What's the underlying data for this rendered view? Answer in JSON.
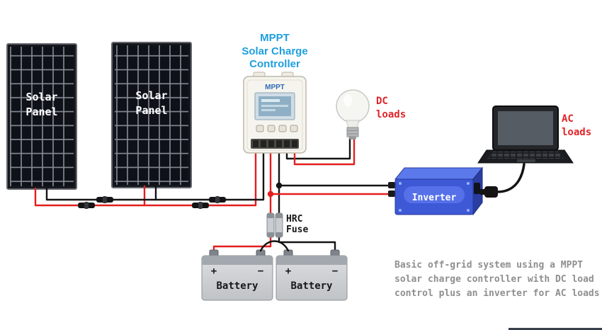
{
  "heading": {
    "line1": "MPPT",
    "line2": "Solar Charge",
    "line3": "Controller"
  },
  "panel1": {
    "line1": "Solar",
    "line2": "Panel"
  },
  "panel2": {
    "line1": "Solar",
    "line2": "Panel"
  },
  "controller": {
    "brand": "MPPT"
  },
  "dc_loads": {
    "line1": "DC",
    "line2": "loads"
  },
  "ac_loads": {
    "line1": "AC",
    "line2": "loads"
  },
  "inverter": {
    "label": "Inverter"
  },
  "fuse": {
    "line1": "HRC",
    "line2": "Fuse"
  },
  "battery1": {
    "label": "Battery",
    "positive": "+",
    "negative": "−"
  },
  "battery2": {
    "label": "Battery",
    "positive": "+",
    "negative": "−"
  },
  "caption": {
    "line1": "Basic off-grid system using a MPPT",
    "line2": "solar charge controller with DC load",
    "line3": "control plus an inverter for AC loads"
  },
  "colors": {
    "wire_positive": "#e31e1e",
    "wire_negative": "#141414",
    "heading_blue": "#1e9ede",
    "loads_red": "#e02428",
    "caption_gray": "#8f8f8f",
    "inverter_blue": "#3d59d6",
    "panel_cell": "#0f1118"
  }
}
